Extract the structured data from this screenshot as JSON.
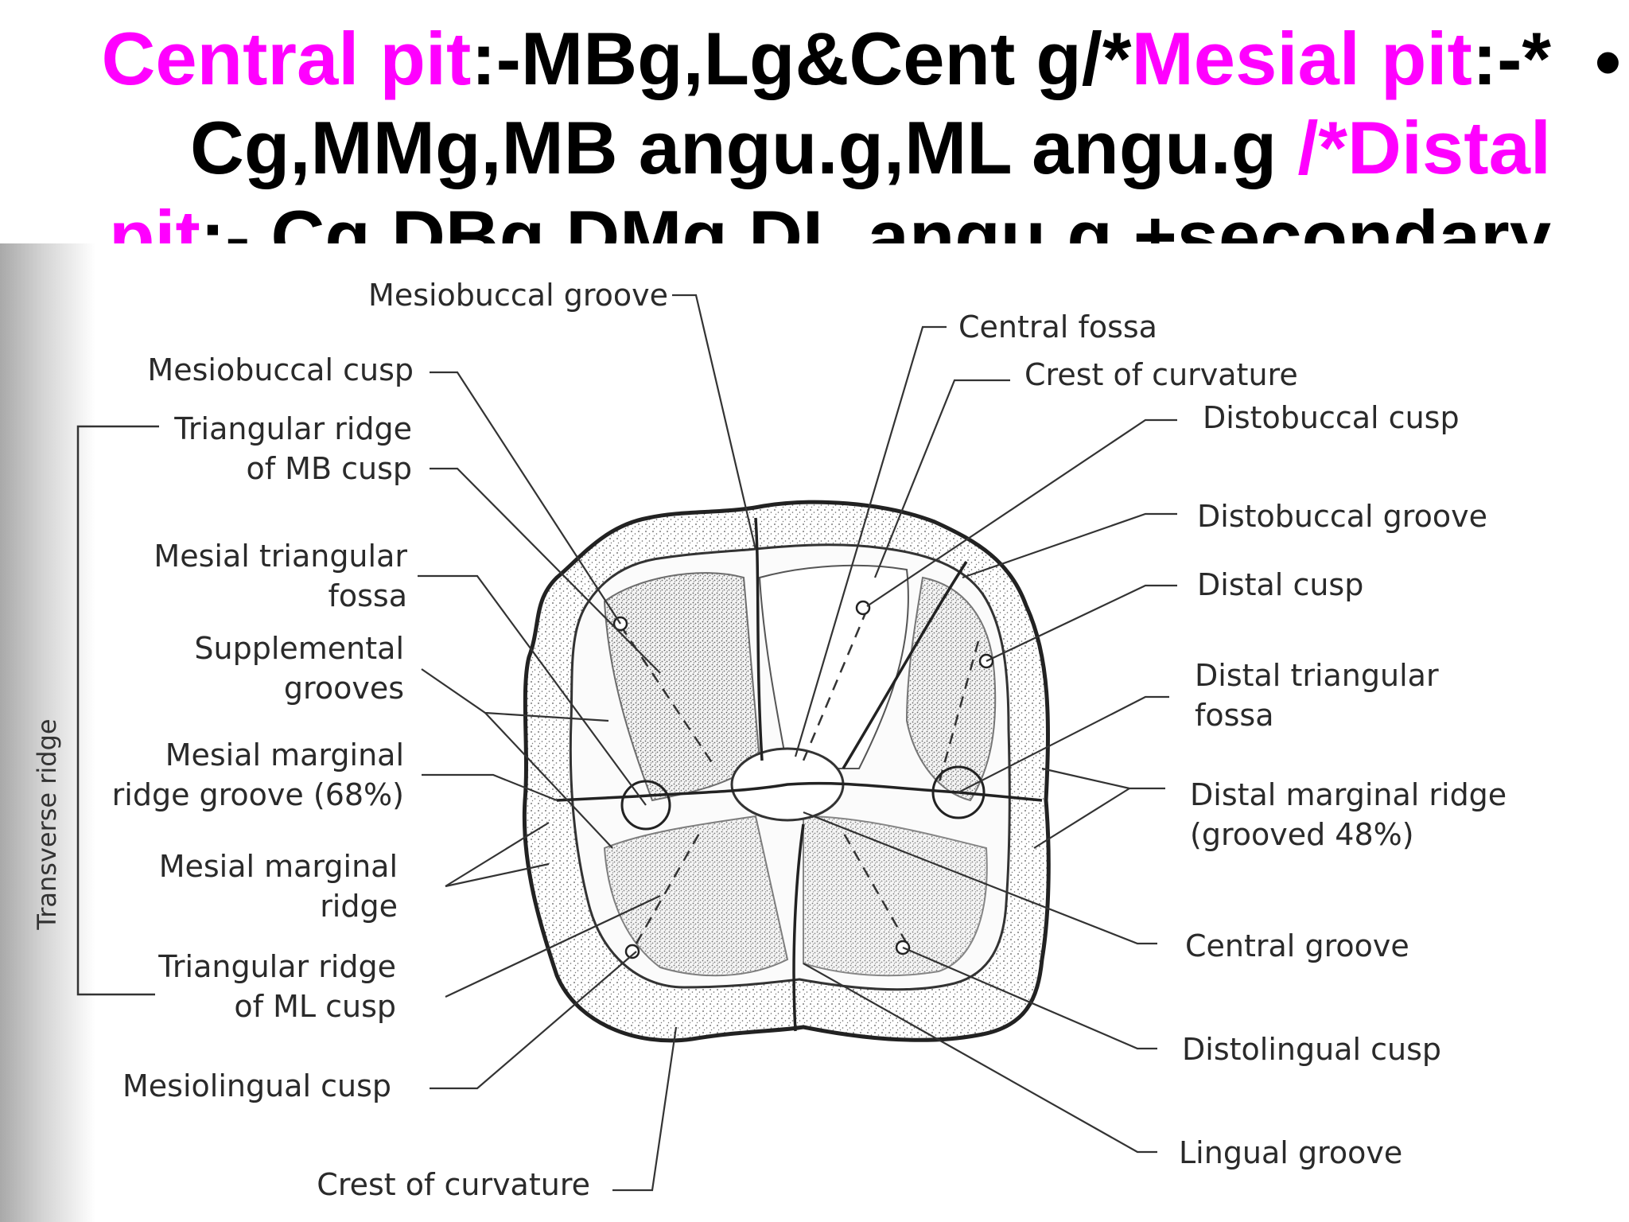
{
  "title": {
    "central_pit_label": "Central pit",
    "central_pit_text": ":-MBg,Lg&Cent g/*",
    "mesial_pit_label": "Mesial pit",
    "mesial_pit_text": ":-* Cg,MMg,MB angu.g,ML angu.g ",
    "distal_pit_label": "/*Distal pit",
    "distal_pit_text": ":- Cg,DBg,DMg,DL angu.g +secondary",
    "bullet": "•"
  },
  "colors": {
    "highlight": "#ff00ff",
    "text": "#000000",
    "background": "#ffffff"
  },
  "diagram": {
    "labels_left": {
      "mesiobuccal_groove": "Mesiobuccal groove",
      "mesiobuccal_cusp": "Mesiobuccal cusp",
      "triangular_ridge_mb_1": "Triangular ridge",
      "triangular_ridge_mb_2": "of MB cusp",
      "mesial_triangular_fossa_1": "Mesial triangular",
      "mesial_triangular_fossa_2": "fossa",
      "supplemental_grooves_1": "Supplemental",
      "supplemental_grooves_2": "grooves",
      "mesial_marginal_ridge_groove_1": "Mesial marginal",
      "mesial_marginal_ridge_groove_2": "ridge groove (68%)",
      "mesial_marginal_ridge_1": "Mesial marginal",
      "mesial_marginal_ridge_2": "ridge",
      "triangular_ridge_ml_1": "Triangular ridge",
      "triangular_ridge_ml_2": "of ML cusp",
      "mesiolingual_cusp": "Mesiolingual cusp",
      "crest_of_curvature_bottom": "Crest of curvature",
      "transverse_ridge": "Transverse ridge"
    },
    "labels_right": {
      "central_fossa": "Central fossa",
      "crest_of_curvature_top": "Crest of curvature",
      "distobuccal_cusp": "Distobuccal cusp",
      "distobuccal_groove": "Distobuccal groove",
      "distal_cusp": "Distal cusp",
      "distal_triangular_fossa_1": "Distal triangular",
      "distal_triangular_fossa_2": "fossa",
      "distal_marginal_ridge_1": "Distal marginal ridge",
      "distal_marginal_ridge_2": "(grooved 48%)",
      "central_groove": "Central groove",
      "distolingual_cusp": "Distolingual cusp",
      "lingual_groove": "Lingual groove"
    }
  }
}
